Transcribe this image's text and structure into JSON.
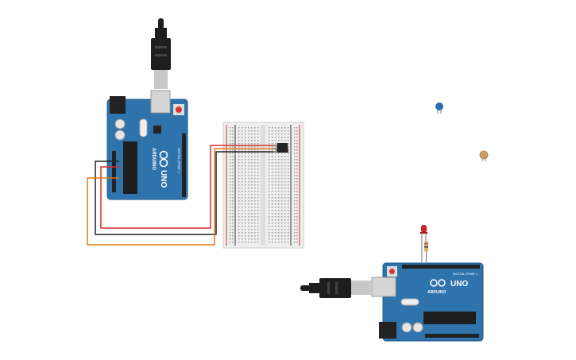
{
  "canvas": {
    "background": "#ffffff"
  },
  "colors": {
    "board": "#2f73ad",
    "board_edge": "#1f5a8c",
    "header": "#222222",
    "breadboard": "#eeeeee",
    "rail_red": "#cc3333",
    "rail_black": "#333333",
    "wire_red": "#d92b2b",
    "wire_black": "#222222",
    "wire_orange": "#e07a10",
    "usb_metal": "#c8c8c8",
    "usb_plug": "#1e1e1e",
    "led_red": "#cc2222",
    "capacitor_blue": "#2b6cb0",
    "capacitor_tan": "#c9a06a"
  },
  "boards": [
    {
      "id": "arduino-left",
      "model": "UNO",
      "brand": "ARDUINO",
      "digital_label": "DIGITAL (PWM~)"
    },
    {
      "id": "arduino-right",
      "model": "UNO",
      "brand": "ARDUINO",
      "digital_label": "DIGITAL (PWM~)"
    }
  ],
  "components": [
    {
      "name": "temperature-sensor",
      "type": "sensor"
    },
    {
      "name": "blue-ceramic-capacitor",
      "type": "capacitor",
      "color": "#2b6cb0"
    },
    {
      "name": "tan-ceramic-capacitor",
      "type": "capacitor",
      "color": "#c9a06a"
    },
    {
      "name": "red-led",
      "type": "led",
      "color": "#cc2222"
    },
    {
      "name": "resistor",
      "type": "resistor"
    }
  ],
  "wires": [
    {
      "name": "wire-red",
      "color": "#d92b2b"
    },
    {
      "name": "wire-black",
      "color": "#222222"
    },
    {
      "name": "wire-orange",
      "color": "#e07a10"
    }
  ]
}
